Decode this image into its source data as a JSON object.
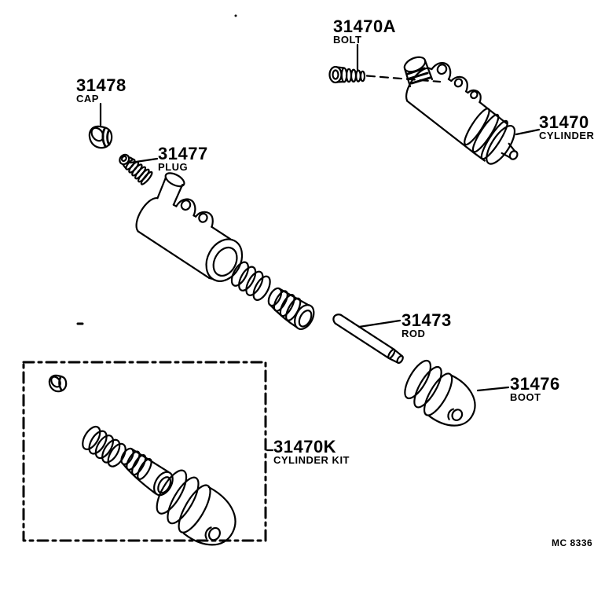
{
  "colors": {
    "ink": "#000000",
    "background": "#ffffff"
  },
  "drawing_code": "MC 8336",
  "parts": {
    "bolt": {
      "number": "31470A",
      "name": "BOLT"
    },
    "cap": {
      "number": "31478",
      "name": "CAP"
    },
    "plug": {
      "number": "31477",
      "name": "PLUG"
    },
    "cylinder": {
      "number": "31470",
      "name": "CYLINDER"
    },
    "rod": {
      "number": "31473",
      "name": "ROD"
    },
    "boot": {
      "number": "31476",
      "name": "BOOT"
    },
    "cylinder_kit": {
      "number": "31470K",
      "name": "CYLINDER KIT"
    }
  }
}
